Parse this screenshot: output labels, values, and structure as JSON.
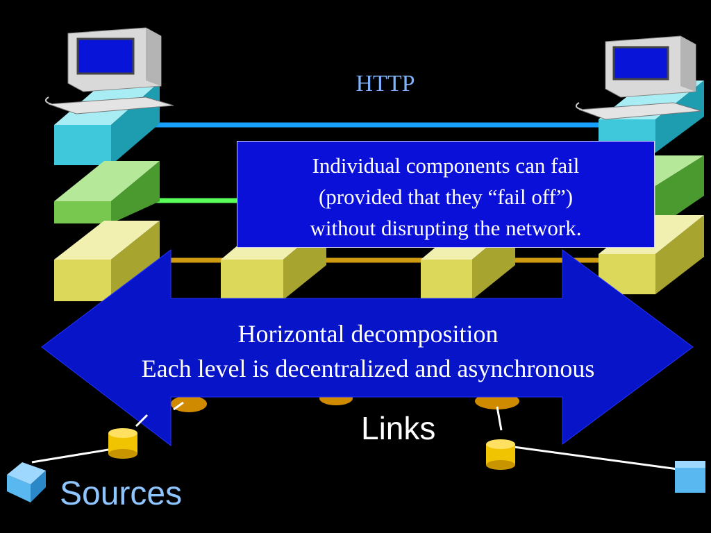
{
  "labels": {
    "http": "HTTP",
    "links": "Links",
    "sources": "Sources"
  },
  "callout": {
    "lines": [
      "Individual components can fail",
      "(provided that they “fail off”)",
      "without disrupting the network."
    ]
  },
  "arrow": {
    "line1": "Horizontal decomposition",
    "line2": "Each level is decentralized and asynchronous"
  },
  "colors": {
    "background": "#000000",
    "http_layer": "#3fc8dc",
    "middle_layer": "#78c850",
    "bottom_layer": "#dcd85a",
    "callout_fill": "#0a10d8",
    "arrow_fill": "#0814c8",
    "http_line": "#18a0ff",
    "green_line": "#5aff5a",
    "orange_line": "#d09a10",
    "node_fill": "#f0c400",
    "source_box": "#5ab8f0"
  }
}
